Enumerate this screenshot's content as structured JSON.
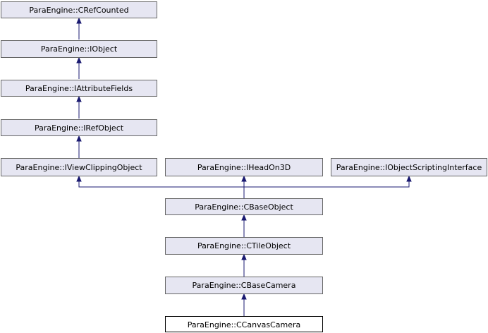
{
  "nodes": {
    "crefcounted": "ParaEngine::CRefCounted",
    "iobject": "ParaEngine::IObject",
    "iattributefields": "ParaEngine::IAttributeFields",
    "irefobject": "ParaEngine::IRefObject",
    "iviewclippingobject": "ParaEngine::IViewClippingObject",
    "iheadon3d": "ParaEngine::IHeadOn3D",
    "iobjectscriptinginterface": "ParaEngine::IObjectScriptingInterface",
    "cbaseobject": "ParaEngine::CBaseObject",
    "ctileobject": "ParaEngine::CTileObject",
    "cbasecamera": "ParaEngine::CBaseCamera",
    "ccanvascamera": "ParaEngine::CCanvasCamera"
  },
  "colors": {
    "node_fill": "#e6e6f2",
    "node_border": "#666666",
    "current_node_fill": "#ffffff",
    "current_node_border": "#000000",
    "edge": "#191970"
  }
}
